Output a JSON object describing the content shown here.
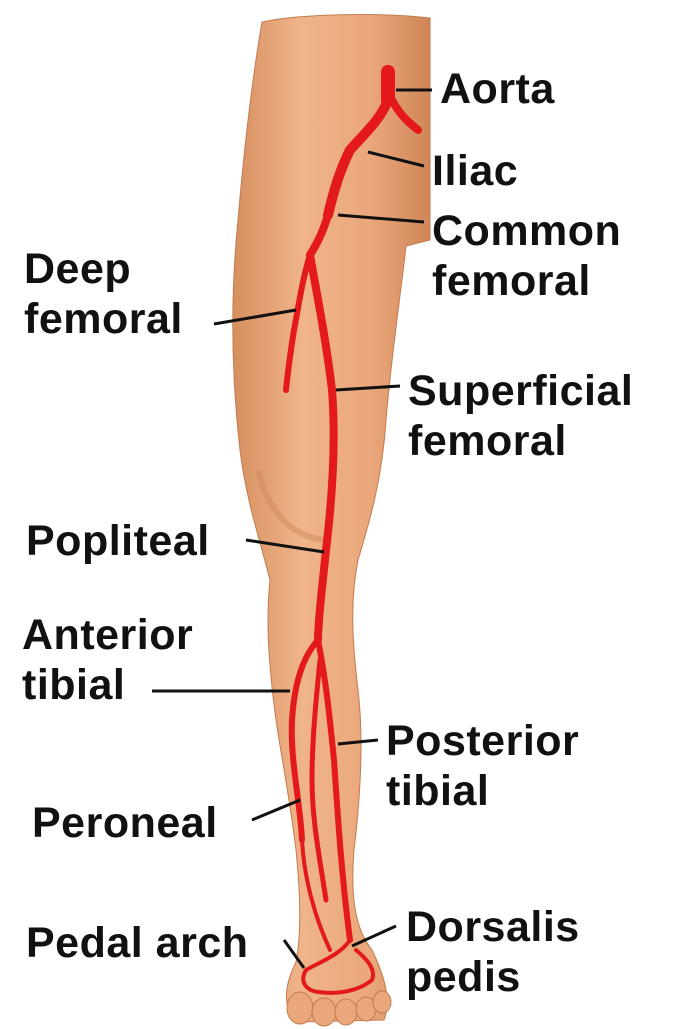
{
  "labels": {
    "aorta": "Aorta",
    "iliac": "Iliac",
    "common_femoral": [
      "Common",
      "femoral"
    ],
    "deep_femoral": [
      "Deep",
      "femoral"
    ],
    "superficial_femoral": [
      "Superficial",
      "femoral"
    ],
    "popliteal": "Popliteal",
    "anterior_tibial": [
      "Anterior",
      "tibial"
    ],
    "posterior_tibial": [
      "Posterior",
      "tibial"
    ],
    "peroneal": "Peroneal",
    "pedal_arch": "Pedal arch",
    "dorsalis_pedis": [
      "Dorsalis",
      "pedis"
    ]
  },
  "colors": {
    "skin": "#e9a67a",
    "skin_shadow": "#d48c5c",
    "artery": "#e3191b",
    "leader_line": "#111111",
    "text": "#111111"
  }
}
